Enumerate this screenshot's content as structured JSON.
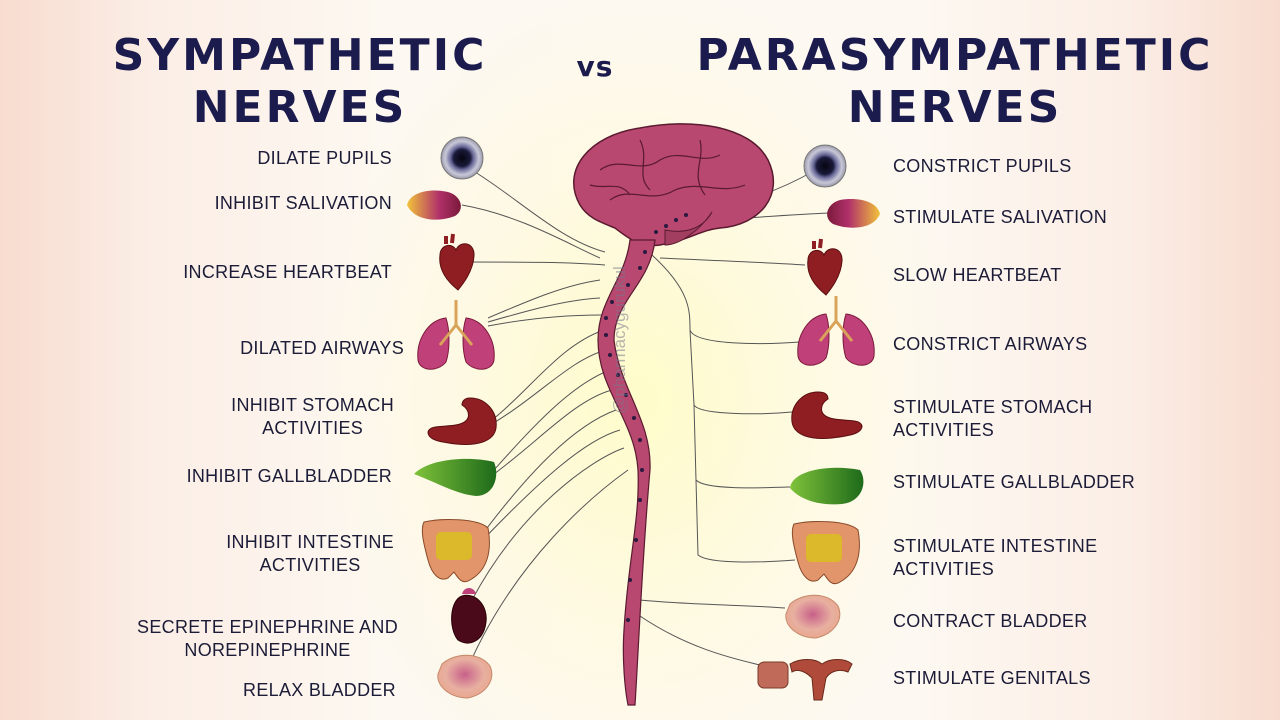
{
  "titles": {
    "left_line1": "SYMPATHETIC",
    "left_line2": "NERVES",
    "vs": "vs",
    "right_line1": "PARASYMPATHETIC",
    "right_line2": "NERVES"
  },
  "watermark": "@pharmacygurukul",
  "sympathetic_effects": [
    [
      "DILATE  PUPILS"
    ],
    [
      "INHIBIT SALIVATION"
    ],
    [
      "INCREASE HEARTBEAT"
    ],
    [
      "DILATED AIRWAYS"
    ],
    [
      "INHIBIT STOMACH",
      "ACTIVITIES"
    ],
    [
      "INHIBIT GALLBLADDER"
    ],
    [
      "INHIBIT INTESTINE",
      "ACTIVITIES"
    ],
    [
      "SECRETE EPINEPHRINE AND",
      "NOREPINEPHRINE"
    ],
    [
      "RELAX BLADDER"
    ]
  ],
  "parasympathetic_effects": [
    [
      "CONSTRICT PUPILS"
    ],
    [
      "STIMULATE SALIVATION"
    ],
    [
      "SLOW HEARTBEAT"
    ],
    [
      "CONSTRICT AIRWAYS"
    ],
    [
      "STIMULATE STOMACH",
      "ACTIVITIES"
    ],
    [
      "STIMULATE GALLBLADDER"
    ],
    [
      "STIMULATE INTESTINE",
      "ACTIVITIES"
    ],
    [
      "CONTRACT BLADDER"
    ],
    [
      "STIMULATE GENITALS"
    ]
  ],
  "colors": {
    "title": "#1b1b4e",
    "brain": "#b8486f",
    "organ_red": "#8f1e22",
    "organ_green": "#2f8a24",
    "lung_pink": "#c0407a"
  }
}
